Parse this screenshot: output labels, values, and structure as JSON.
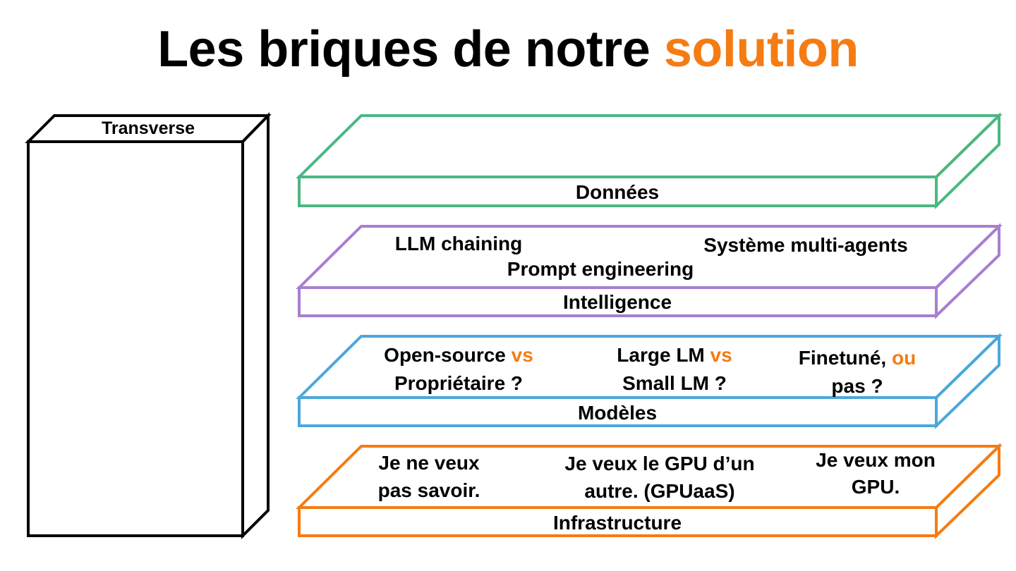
{
  "title": {
    "main": "Les briques de notre ",
    "accent": "solution"
  },
  "colors": {
    "accent": "#f57c12",
    "donnees": "#4cb782",
    "intelligence": "#a77fd2",
    "modeles": "#4aa8dc",
    "infrastructure": "#f57c12",
    "transverse": "#000000"
  },
  "transverse": {
    "label": "Transverse"
  },
  "layers": {
    "donnees": {
      "label": "Données"
    },
    "intelligence": {
      "label": "Intelligence",
      "items": [
        "LLM chaining",
        "Système multi-agents",
        "Prompt engineering"
      ]
    },
    "modeles": {
      "label": "Modèles",
      "items": [
        {
          "line1_a": "Open-source ",
          "line1_b": "vs",
          "line2": "Propriétaire ?"
        },
        {
          "line1_a": "Large LM ",
          "line1_b": "vs",
          "line2": "Small LM ?"
        },
        {
          "line1_a": "Finetuné, ",
          "line1_b": "ou",
          "line2": "pas ?"
        }
      ]
    },
    "infrastructure": {
      "label": "Infrastructure",
      "items": [
        {
          "line1": "Je ne veux",
          "line2": "pas savoir."
        },
        {
          "line1": "Je veux le GPU d’un",
          "line2": "autre. (GPUaaS)"
        },
        {
          "line1": "Je veux mon",
          "line2": "GPU."
        }
      ]
    }
  }
}
